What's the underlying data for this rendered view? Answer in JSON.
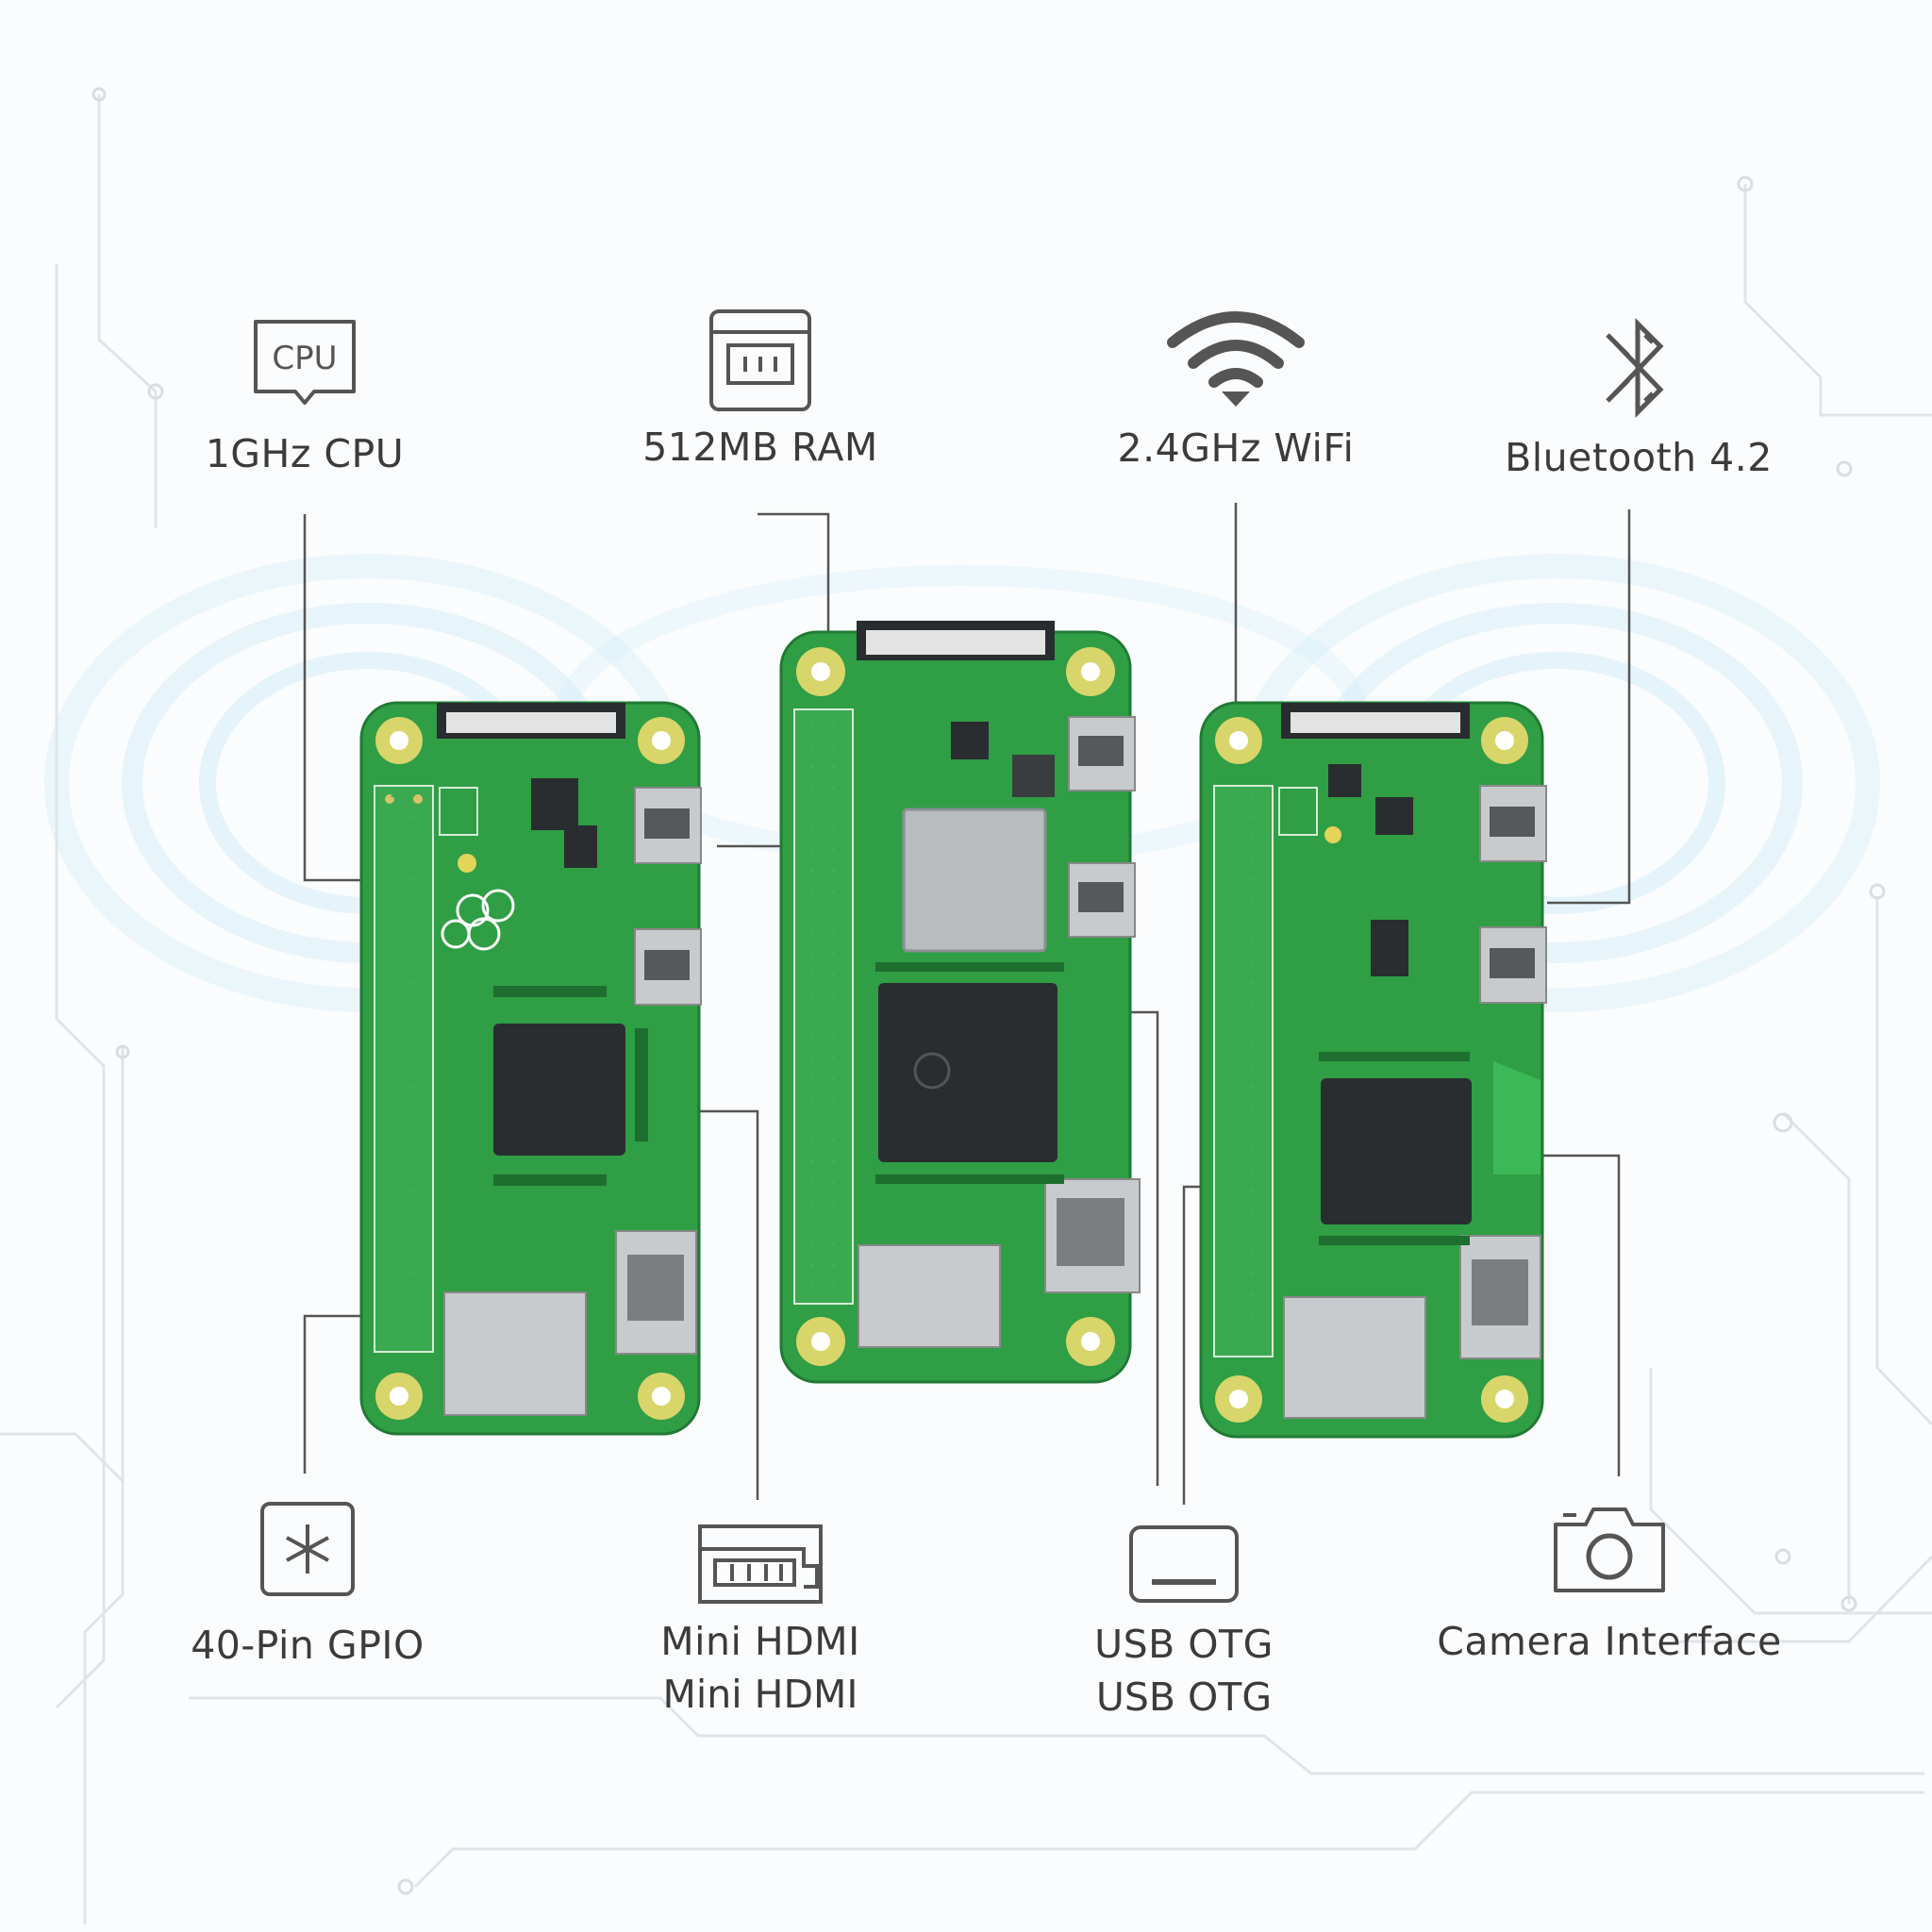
{
  "features_top": [
    {
      "id": "cpu",
      "icon": "cpu-icon",
      "icon_text": "CPU",
      "label": "1GHz CPU"
    },
    {
      "id": "ram",
      "icon": "ram-chip-icon",
      "label": "512MB RAM"
    },
    {
      "id": "wifi",
      "icon": "wifi-icon",
      "label": "2.4GHz WiFi"
    },
    {
      "id": "bluetooth",
      "icon": "bluetooth-icon",
      "label": "Bluetooth 4.2"
    }
  ],
  "features_bottom": [
    {
      "id": "gpio",
      "icon": "gpio-icon",
      "label": "40-Pin GPIO"
    },
    {
      "id": "hdmi",
      "icon": "hdmi-port-icon",
      "label": "Mini HDMI",
      "label_repeat": "Mini HDMI"
    },
    {
      "id": "usb",
      "icon": "usb-port-icon",
      "label": "USB OTG",
      "label_repeat": "USB OTG"
    },
    {
      "id": "camera",
      "icon": "camera-icon",
      "label": "Camera Interface"
    }
  ],
  "colors": {
    "pcb_green": "#2f9e45",
    "pcb_dark": "#217a34",
    "mount_pad": "#d8d56a",
    "chip": "#2a2d2f",
    "silver": "#b8bcbf",
    "glow": "#bfe3f5",
    "leader_line": "#555555",
    "text": "#3b3b3b"
  }
}
